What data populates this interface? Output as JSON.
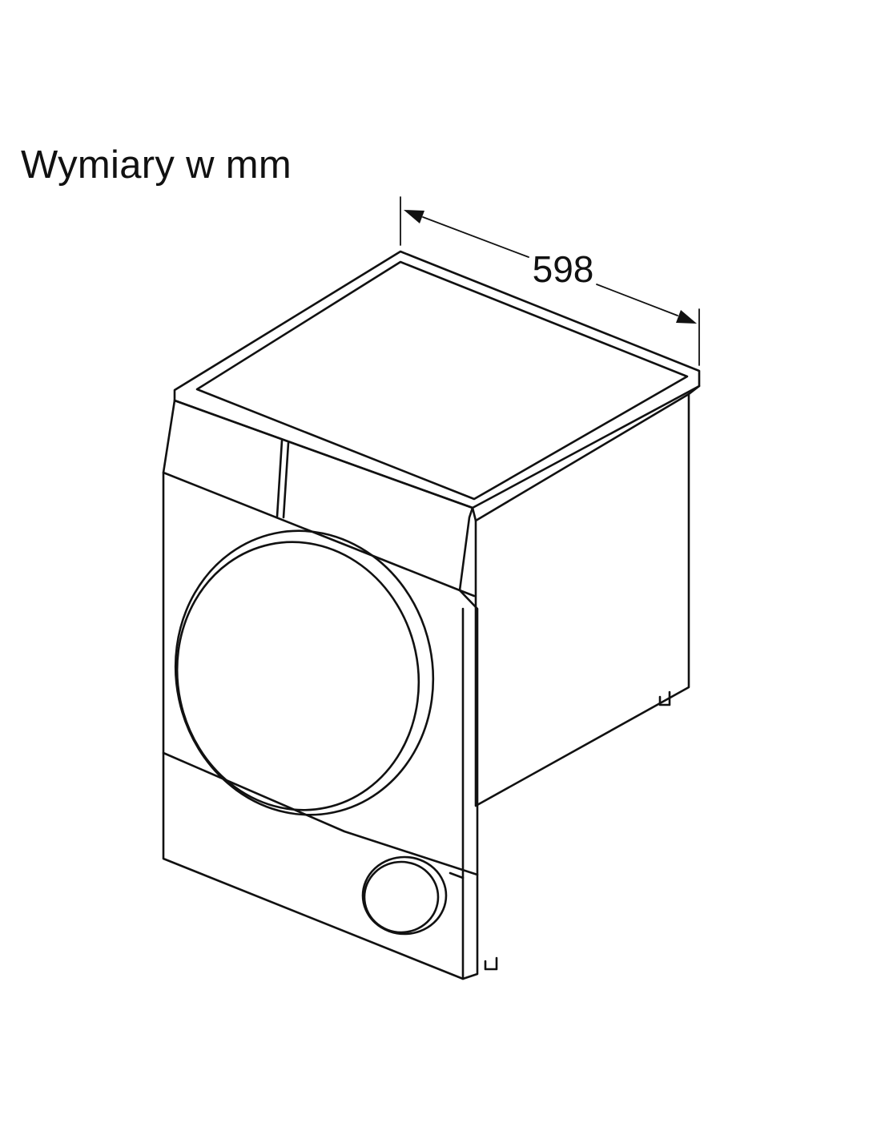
{
  "caption": "Wymiary w mm",
  "dimensions": {
    "width": {
      "value": "598",
      "unit": "mm"
    }
  },
  "icons": [
    "dryer-appliance-icon",
    "dimension-arrow-icon"
  ]
}
